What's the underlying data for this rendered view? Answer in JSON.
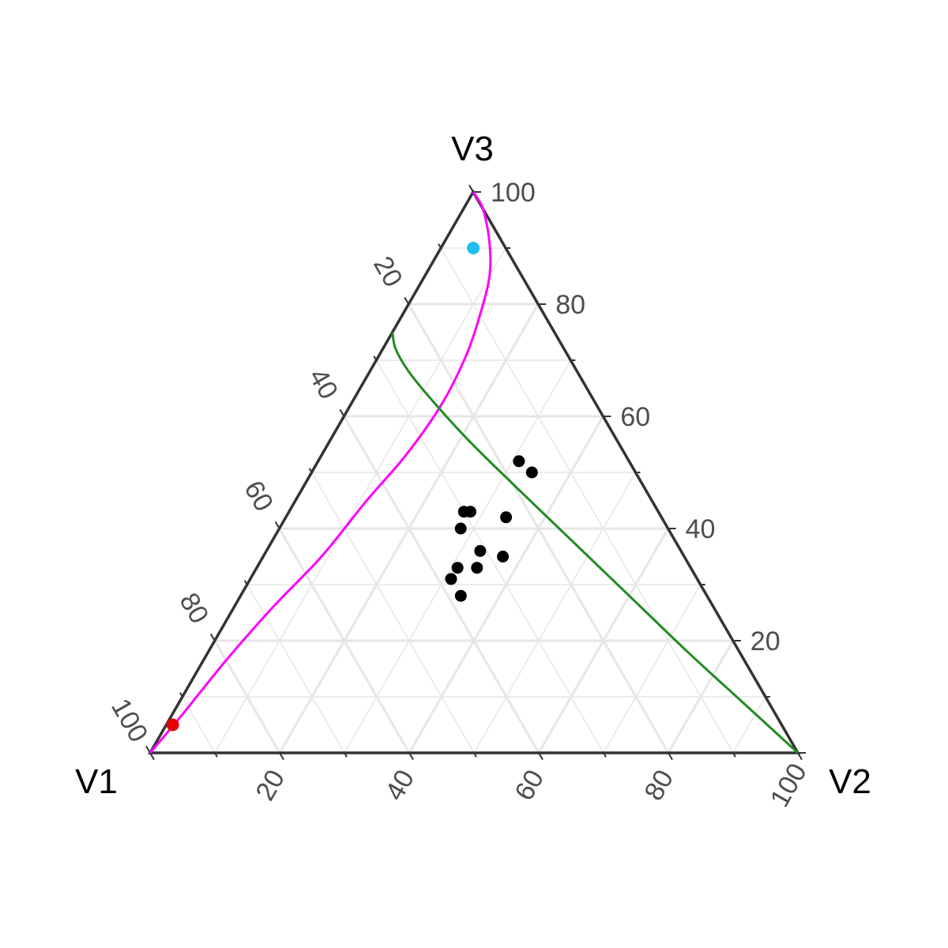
{
  "chart_data": {
    "type": "scatter",
    "subtype": "ternary",
    "title": "",
    "axes": {
      "left": "V1",
      "right": "V2",
      "top": "V3"
    },
    "axis_range": [
      0,
      100
    ],
    "ticks": [
      20,
      40,
      60,
      80,
      100
    ],
    "tick_labels": [
      "20",
      "40",
      "60",
      "80",
      "100"
    ],
    "grid": true,
    "colors": {
      "points": "#000000",
      "curve_a": "#ff00ff",
      "curve_b": "#228b22",
      "start_point": "#e60000",
      "end_point": "#1ebef0",
      "frame": "#333333",
      "grid": "#e6e6e6"
    },
    "points": [
      {
        "V1": 31,
        "V2": 33,
        "V3": 36
      },
      {
        "V1": 36,
        "V2": 31,
        "V3": 33
      },
      {
        "V1": 38,
        "V2": 31,
        "V3": 31
      },
      {
        "V1": 33,
        "V2": 34,
        "V3": 33
      },
      {
        "V1": 38,
        "V2": 34,
        "V3": 28
      },
      {
        "V1": 24,
        "V2": 34,
        "V3": 42
      },
      {
        "V1": 28,
        "V2": 37,
        "V3": 35
      },
      {
        "V1": 32,
        "V2": 28,
        "V3": 40
      },
      {
        "V1": 29,
        "V2": 28,
        "V3": 43
      },
      {
        "V1": 16,
        "V2": 34,
        "V3": 50
      },
      {
        "V1": 17,
        "V2": 31,
        "V3": 52
      },
      {
        "V1": 30,
        "V2": 27,
        "V3": 43
      }
    ],
    "start_point": {
      "V1": 94,
      "V2": 1,
      "V3": 5
    },
    "end_point": {
      "V1": 5,
      "V2": 5,
      "V3": 90
    },
    "curves": [
      {
        "color_key": "curve_a",
        "points": [
          {
            "V1": 100,
            "V2": 0,
            "V3": 0
          },
          {
            "V1": 92,
            "V2": 1.5,
            "V3": 6.5
          },
          {
            "V1": 80,
            "V2": 3.5,
            "V3": 16.5
          },
          {
            "V1": 68,
            "V2": 6,
            "V3": 26
          },
          {
            "V1": 56,
            "V2": 9,
            "V3": 35
          },
          {
            "V1": 44,
            "V2": 11,
            "V3": 45
          },
          {
            "V1": 34,
            "V2": 13,
            "V3": 53
          },
          {
            "V1": 24,
            "V2": 14,
            "V3": 62
          },
          {
            "V1": 16,
            "V2": 13.5,
            "V3": 70.5
          },
          {
            "V1": 10,
            "V2": 12,
            "V3": 78
          },
          {
            "V1": 5,
            "V2": 10,
            "V3": 85
          },
          {
            "V1": 2,
            "V2": 7,
            "V3": 91
          },
          {
            "V1": 0,
            "V2": 3,
            "V3": 97
          },
          {
            "V1": 0,
            "V2": 0,
            "V3": 100
          }
        ]
      },
      {
        "color_key": "curve_b",
        "points": [
          {
            "V1": 25,
            "V2": 0,
            "V3": 75
          },
          {
            "V1": 26,
            "V2": 2,
            "V3": 72
          },
          {
            "V1": 26,
            "V2": 6,
            "V3": 68
          },
          {
            "V1": 25,
            "V2": 12,
            "V3": 63
          },
          {
            "V1": 23,
            "V2": 21,
            "V3": 56
          },
          {
            "V1": 20,
            "V2": 32,
            "V3": 48
          },
          {
            "V1": 16,
            "V2": 46,
            "V3": 38
          },
          {
            "V1": 12,
            "V2": 60,
            "V3": 28
          },
          {
            "V1": 8,
            "V2": 74,
            "V3": 18
          },
          {
            "V1": 4,
            "V2": 87,
            "V3": 9
          },
          {
            "V1": 0,
            "V2": 100,
            "V3": 0
          }
        ]
      }
    ]
  }
}
